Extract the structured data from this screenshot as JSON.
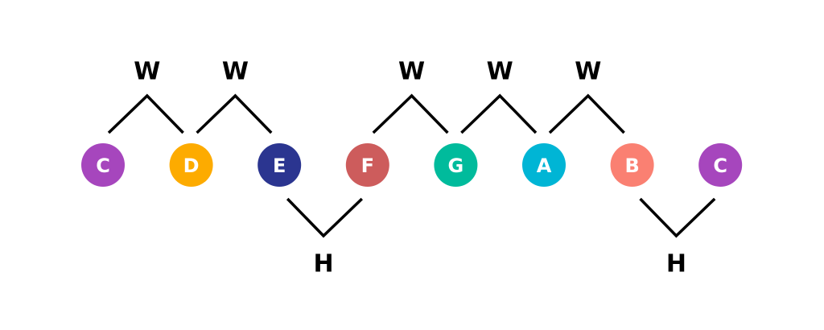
{
  "title": "C major scale whole and half steps",
  "notes": [
    {
      "name": "C",
      "color": "#a646bd"
    },
    {
      "name": "D",
      "color": "#fdab00"
    },
    {
      "name": "E",
      "color": "#2b3590"
    },
    {
      "name": "F",
      "color": "#cd5c5c"
    },
    {
      "name": "G",
      "color": "#00bb9c"
    },
    {
      "name": "A",
      "color": "#00b5d5"
    },
    {
      "name": "B",
      "color": "#fa8072"
    },
    {
      "name": "C",
      "color": "#a646bd"
    }
  ],
  "steps": [
    "W",
    "W",
    "H",
    "W",
    "W",
    "W",
    "H"
  ]
}
